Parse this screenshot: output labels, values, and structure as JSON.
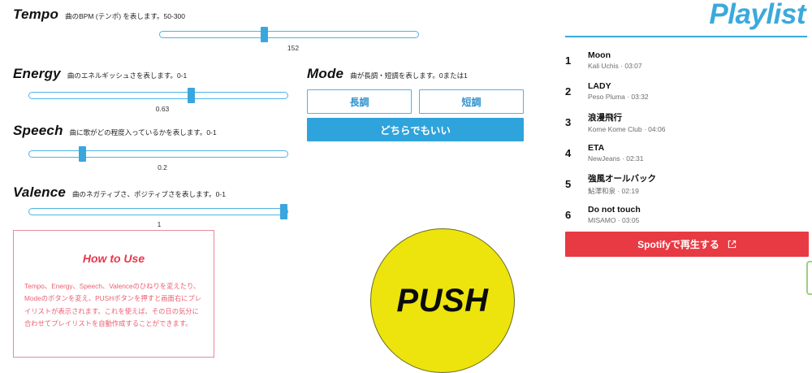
{
  "controls": [
    {
      "key": "tempo",
      "title": "Tempo",
      "desc": "曲のBPM (テンポ) を表します。50-300",
      "value": "152",
      "min": 50,
      "max": 300,
      "numeric_value": 152
    },
    {
      "key": "energy",
      "title": "Energy",
      "desc": "曲のエネルギッシュさを表します。0-1",
      "value": "0.63",
      "min": 0,
      "max": 1,
      "numeric_value": 0.63
    },
    {
      "key": "speech",
      "title": "Speech",
      "desc": "曲に歌がどの程度入っているかを表します。0-1",
      "value": "0.2",
      "min": 0,
      "max": 1,
      "numeric_value": 0.2
    },
    {
      "key": "valence",
      "title": "Valence",
      "desc": "曲のネガティブさ、ポジティブさを表します。0-1",
      "value": "1",
      "min": 0,
      "max": 1,
      "numeric_value": 1
    }
  ],
  "mode": {
    "title": "Mode",
    "desc": "曲が長調・短調を表します。0または1",
    "major_label": "長調",
    "minor_label": "短調",
    "any_label": "どちらでもいい",
    "selected": "any"
  },
  "howto": {
    "title": "How to Use",
    "body": "Tempo、Energy、Speech、Valenceのひねりを変えたり、Modeのボタンを変え、PUSHボタンを押すと画面右にプレイリストが表示されます。これを使えば、その日の気分に合わせてプレイリストを自動作成することができます。"
  },
  "push": {
    "label": "PUSH"
  },
  "playlist": {
    "title": "Playlist",
    "tracks": [
      {
        "num": "1",
        "name": "Moon",
        "sub": "Kali Uchis · 03:07"
      },
      {
        "num": "2",
        "name": "LADY",
        "sub": "Peso Pluma · 03:32"
      },
      {
        "num": "3",
        "name": "浪漫飛行",
        "sub": "Kome Kome Club · 04:06"
      },
      {
        "num": "4",
        "name": "ETA",
        "sub": "NewJeans · 02:31"
      },
      {
        "num": "5",
        "name": "強風オールバック",
        "sub": "鮎澤和泉 · 02:19"
      },
      {
        "num": "6",
        "name": "Do not touch",
        "sub": "MISAMO · 03:05"
      }
    ],
    "spotify_label": "Spotifyで再生する",
    "spotify_icon": "external-link-icon"
  },
  "colors": {
    "accent_blue": "#3ba9dc",
    "slider_blue": "#4eb3e4",
    "spotify_red": "#e83a43",
    "howto_pink": "#ec5f72",
    "push_yellow": "#ece40c",
    "green_edge": "#9ecf82"
  }
}
